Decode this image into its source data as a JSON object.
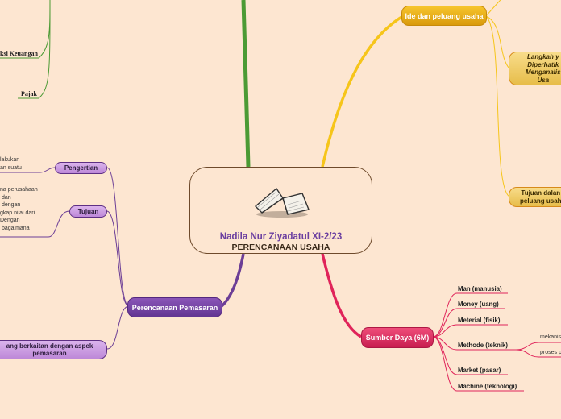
{
  "central": {
    "author": "Nadila Nur Ziyadatul XI-2/23",
    "title": "PERENCANAAN USAHA",
    "image_icon": "open-book-icon"
  },
  "topics": {
    "ide": {
      "label": "Ide dan peluang usaha",
      "subtopics": [
        {
          "label": "Langkah y\nDiperhatik\nMenganalis\nUsa"
        },
        {
          "label": "Tujuan dalan\npeluang usah"
        }
      ]
    },
    "pemasaran": {
      "label": "Perencanaan Pemasaran",
      "subtopics": [
        {
          "label": "Pengertian",
          "fragment": "lakukan\nan suatu"
        },
        {
          "label": "Tujuan",
          "fragment": "na perusahaan\n dan\n dengan\ngkap nilai dari\nDengan\n bagaimana"
        },
        {
          "label": "ang berkaitan dengan aspek\npemasaran"
        }
      ]
    },
    "sumber_daya": {
      "label": "Sumber Daya (6M)",
      "items": [
        "Man (manusia)",
        "Money (uang)",
        "Meterial (fisik)",
        "Methode (teknik)",
        "Market (pasar)",
        "Machine (teknologi)"
      ],
      "methode_children": [
        "mekanis",
        "proses p"
      ]
    },
    "top_left": {
      "items": [
        "ksi Keuangan",
        "Pajak"
      ]
    }
  },
  "colors": {
    "background": "#fde6d1",
    "green_branch": "#4b9a34",
    "yellow_branch": "#f6c51a",
    "purple_branch": "#6c3e96",
    "red_branch": "#e0245a"
  }
}
